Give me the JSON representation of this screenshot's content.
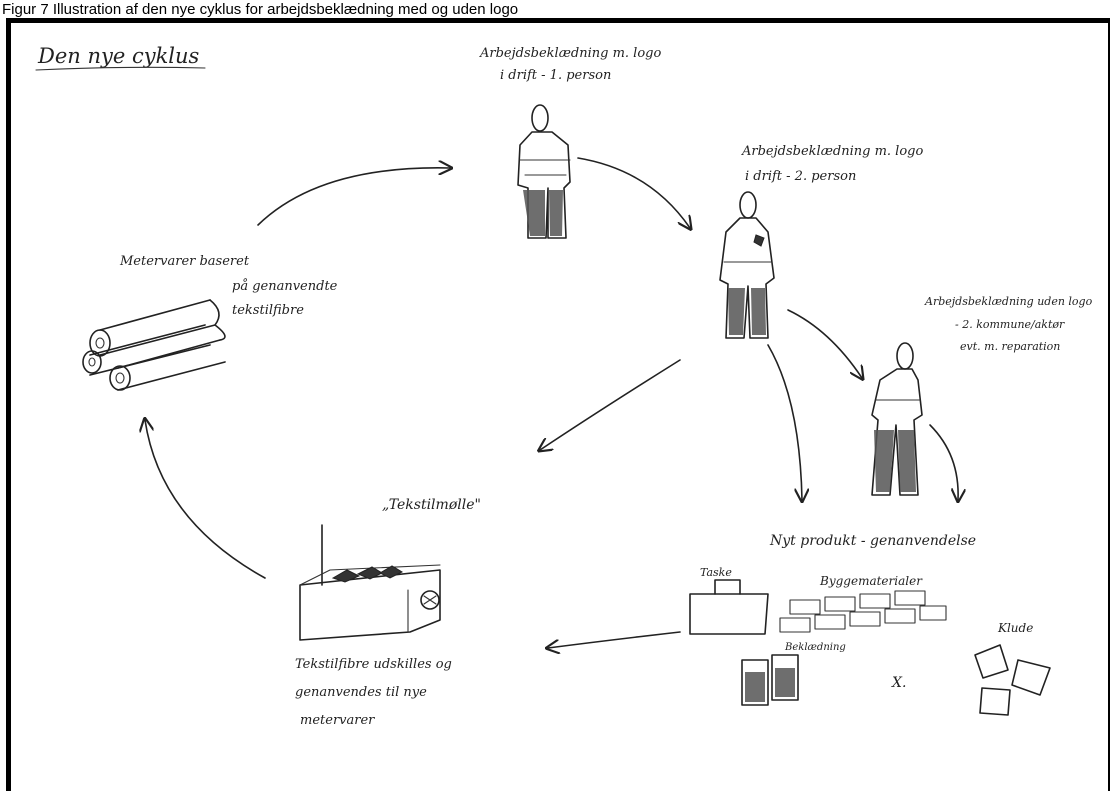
{
  "caption": "Figur 7 Illustration af den nye cyklus for arbejdsbeklædning med og uden logo",
  "title": "Den nye cyklus",
  "labels": {
    "person1_line1": "Arbejdsbeklædning m. logo",
    "person1_line2": "i drift - 1. person",
    "person2_line1": "Arbejdsbeklædning m. logo",
    "person2_line2": "i drift - 2. person",
    "person3_line1": "Arbejdsbeklædning uden logo",
    "person3_line2": "- 2. kommune/aktør",
    "person3_line3": "evt. m. reparation",
    "metervarer_line1": "Metervarer baseret",
    "metervarer_line2": "på genanvendte",
    "metervarer_line3": "tekstilfibre",
    "mill_title": "„Tekstilmølle\"",
    "mill_line1": "Tekstilfibre udskilles og",
    "mill_line2": "genanvendes til nye",
    "mill_line3": "metervarer",
    "new_product": "Nyt produkt - genanvendelse",
    "taske": "Taske",
    "byggematerialer": "Byggematerialer",
    "beklaedning": "Beklædning",
    "klude": "Klude",
    "x_mark": "X."
  }
}
